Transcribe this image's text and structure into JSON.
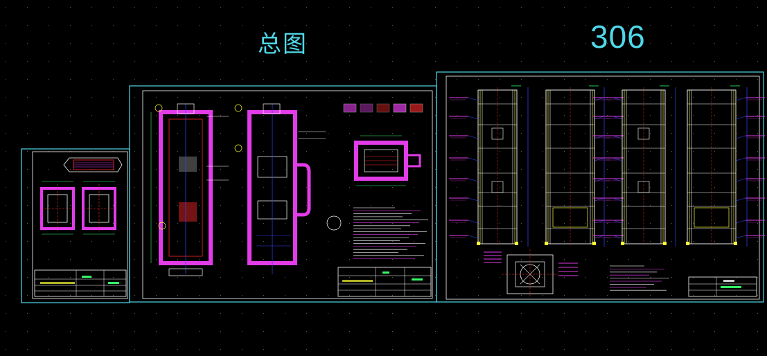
{
  "titles": {
    "main": "总图",
    "number": "306"
  },
  "colors": {
    "background": "#000000",
    "frame": "#4fd8e8",
    "title": "#4fd8e8",
    "refractory": "#e23ce8",
    "red": "#ff2a2a",
    "yellow": "#ffff33",
    "green": "#33ff66",
    "blue": "#3344ff",
    "white": "#ffffff"
  },
  "sheets": [
    {
      "id": "sheet-left",
      "kind": "detail-sheet"
    },
    {
      "id": "sheet-middle",
      "kind": "general-assembly"
    },
    {
      "id": "sheet-right",
      "kind": "elevation-sheet"
    }
  ]
}
